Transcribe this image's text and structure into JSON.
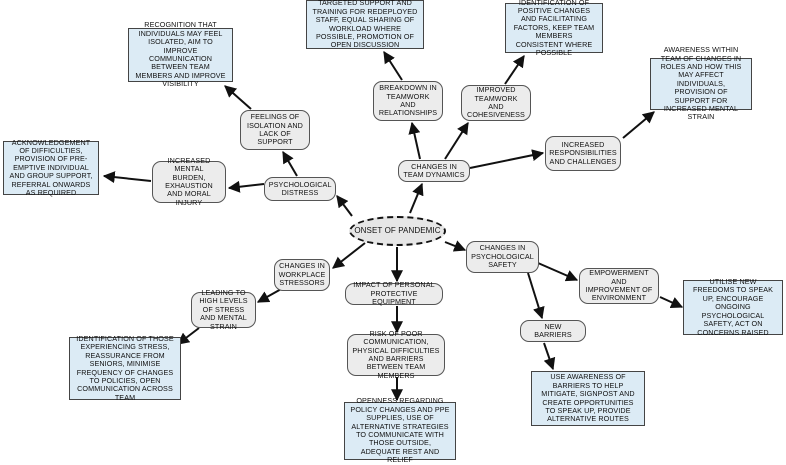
{
  "center": "ONSET OF PANDEMIC",
  "nodes": {
    "psych_distress": "PSYCHOLOGICAL DISTRESS",
    "isolation": "FEELINGS OF ISOLATION AND LACK OF SUPPORT",
    "isolation_action": "RECOGNITION THAT INDIVIDUALS MAY FEEL ISOLATED, AIM TO IMPROVE COMMUNICATION BETWEEN TEAM MEMBERS AND IMPROVE VISIBILITY",
    "burden": "INCREASED MENTAL BURDEN, EXHAUSTION AND MORAL INJURY",
    "burden_action": "ACKNOWLEDGEMENT OF DIFFICULTIES, PROVISION OF PRE-EMPTIVE INDIVIDUAL AND GROUP SUPPORT, REFERRAL ONWARDS AS REQUIRED",
    "team_dynamics": "CHANGES IN TEAM DYNAMICS",
    "breakdown": "BREAKDOWN IN TEAMWORK AND RELATIONSHIPS",
    "breakdown_action": "TARGETED SUPPORT AND TRAINING FOR REDEPLOYED STAFF, EQUAL SHARING OF WORKLOAD WHERE POSSIBLE, PROMOTION OF OPEN DISCUSSION",
    "improved": "IMPROVED TEAMWORK AND COHESIVENESS",
    "improved_action": "IDENTIFICATION OF POSITIVE CHANGES AND FACILITATING FACTORS, KEEP TEAM MEMBERS CONSISTENT WHERE POSSIBLE",
    "responsibilities": "INCREASED RESPONSIBILITIES AND CHALLENGES",
    "responsibilities_action": "AWARENESS WITHIN TEAM OF CHANGES IN ROLES AND HOW THIS MAY AFFECT INDIVIDUALS, PROVISION OF SUPPORT FOR INCREASED MENTAL STRAIN",
    "workplace": "CHANGES IN WORKPLACE STRESSORS",
    "stress": "LEADING TO HIGH LEVELS OF STRESS AND MENTAL STRAIN",
    "stress_action": "IDENTIFICATION OF THOSE EXPERIENCING STRESS, REASSURANCE FROM SENIORS, MINIMISE FREQUENCY OF CHANGES TO POLICIES, OPEN COMMUNICATION ACROSS TEAM",
    "ppe": "IMPACT OF PERSONAL PROTECTIVE EQUIPMENT",
    "ppe_risk": "RISK OF POOR COMMUNICATION, PHYSICAL DIFFICULTIES AND BARRIERS BETWEEN TEAM MEMBERS",
    "ppe_action": "OPENNESS REGARDING POLICY CHANGES AND PPE SUPPLIES, USE OF ALTERNATIVE STRATEGIES TO COMMUNICATE WITH THOSE OUTSIDE, ADEQUATE REST AND RELIEF",
    "psych_safety": "CHANGES IN PSYCHOLOGICAL SAFETY",
    "empowerment": "EMPOWERMENT AND IMPROVEMENT OF ENVIRONMENT",
    "empowerment_action": "UTILISE NEW FREEDOMS TO SPEAK UP, ENCOURAGE ONGOING PSYCHOLOGICAL SAFETY, ACT ON CONCERNS RAISED",
    "barriers": "NEW BARRIERS",
    "barriers_action": "USE AWARENESS OF BARRIERS TO HELP MITIGATE, SIGNPOST AND CREATE OPPORTUNITIES TO SPEAK UP, PROVIDE ALTERNATIVE ROUTES"
  },
  "colors": {
    "theme_box": "#ececec",
    "action_box": "#dcebf5",
    "line": "#111111"
  }
}
